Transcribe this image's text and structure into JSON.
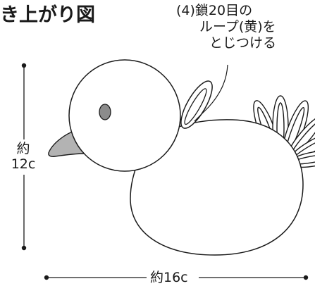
{
  "title": "き上がり図",
  "callout": {
    "line1": "(4)鎖20目の",
    "line2": "ループ(黄)を",
    "line3": "とじつける"
  },
  "dimensions": {
    "height_line1": "約",
    "height_line2": "12c",
    "width": "約16c"
  },
  "colors": {
    "beak": "#b3b3b3",
    "eye": "#8c8c8c",
    "outline": "#1a1a1a"
  }
}
